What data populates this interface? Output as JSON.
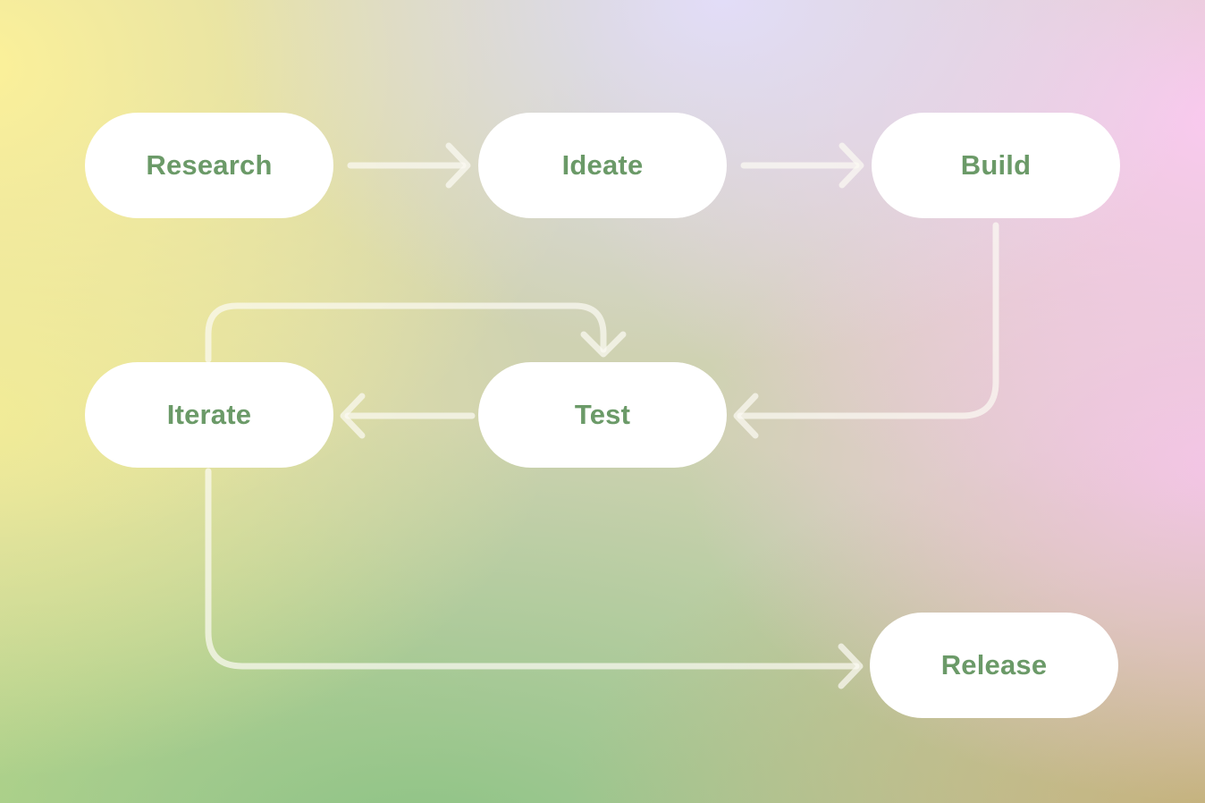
{
  "diagram": {
    "type": "flowchart",
    "nodes": [
      {
        "id": "research",
        "label": "Research"
      },
      {
        "id": "ideate",
        "label": "Ideate"
      },
      {
        "id": "build",
        "label": "Build"
      },
      {
        "id": "iterate",
        "label": "Iterate"
      },
      {
        "id": "test",
        "label": "Test"
      },
      {
        "id": "release",
        "label": "Release"
      }
    ],
    "edges": [
      {
        "from": "research",
        "to": "ideate"
      },
      {
        "from": "ideate",
        "to": "build"
      },
      {
        "from": "build",
        "to": "test"
      },
      {
        "from": "test",
        "to": "iterate"
      },
      {
        "from": "iterate",
        "to": "test"
      },
      {
        "from": "iterate",
        "to": "release"
      }
    ],
    "colors": {
      "node_background": "#ffffff",
      "node_text": "#6b9a68",
      "arrow": "rgba(251,249,243,0.72)",
      "background_corners": {
        "top_left": "#fcf199",
        "top_center": "#e2ddf8",
        "top_right": "#fac9f0",
        "mid_left": "#eeea96",
        "mid_right": "#f3c4e5",
        "bottom_left": "#c9dd8e",
        "bottom_center": "#8cc384",
        "bottom_right": "#c5b17c"
      }
    }
  }
}
